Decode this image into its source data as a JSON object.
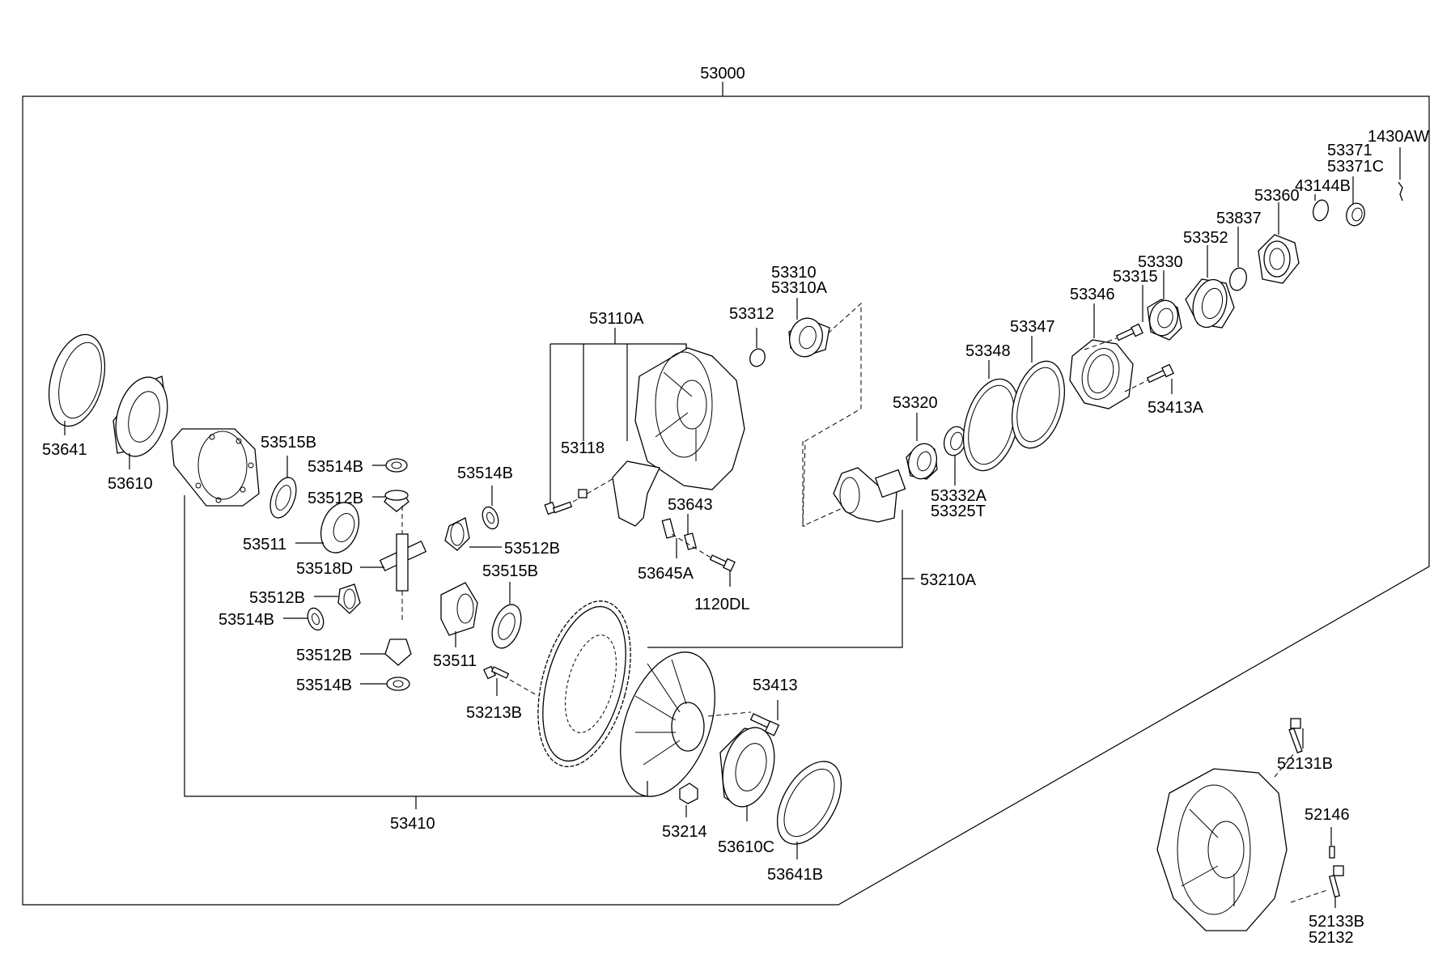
{
  "diagram": {
    "assembly_label": "53000",
    "labels": {
      "l53641": "53641",
      "l53610": "53610",
      "l53515B_a": "53515B",
      "l53514B_a": "53514B",
      "l53512B_a": "53512B",
      "l53511_a": "53511",
      "l53518D": "53518D",
      "l53512B_b": "53512B",
      "l53514B_b": "53514B",
      "l53512B_c": "53512B",
      "l53514B_c": "53514B",
      "l53514B_d": "53514B",
      "l53512B_d": "53512B",
      "l53515B_b": "53515B",
      "l53511_b": "53511",
      "l53213B": "53213B",
      "l53410": "53410",
      "l53110A": "53110A",
      "l53118": "53118",
      "l53643": "53643",
      "l53645A": "53645A",
      "l1120DL": "1120DL",
      "l53312": "53312",
      "l53310": "53310",
      "l53310A": "53310A",
      "l53413": "53413",
      "l53214": "53214",
      "l53610C": "53610C",
      "l53641B": "53641B",
      "l53210A": "53210A",
      "l53320": "53320",
      "l53332A": "53332A",
      "l53325T": "53325T",
      "l53348": "53348",
      "l53347": "53347",
      "l53346": "53346",
      "l53315": "53315",
      "l53413A": "53413A",
      "l53330": "53330",
      "l53352": "53352",
      "l53837": "53837",
      "l53360": "53360",
      "l43144B": "43144B",
      "l53371": "53371",
      "l53371C": "53371C",
      "l1430AW": "1430AW",
      "l52131B": "52131B",
      "l52146": "52146",
      "l52133B": "52133B",
      "l52132": "52132"
    }
  }
}
